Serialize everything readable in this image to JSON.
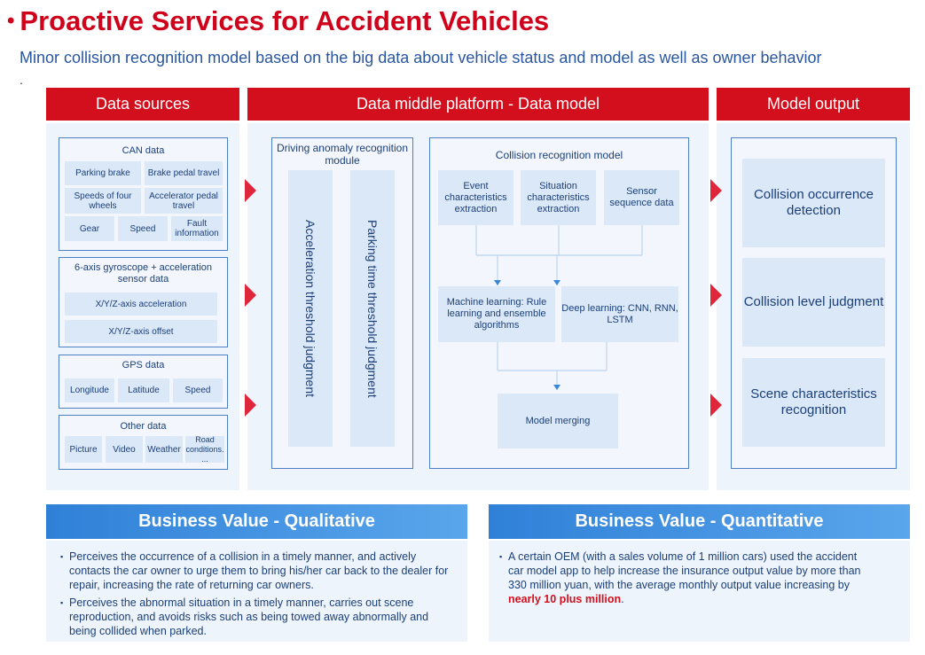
{
  "title": "Proactive Services for Accident Vehicles",
  "subtitle": "Minor collision recognition model based on the big data about vehicle status and model as well as owner behavior",
  "subtitle_dot": ".",
  "columns": {
    "sources": "Data sources",
    "platform": "Data middle platform - Data model",
    "output": "Model output"
  },
  "can": {
    "title": "CAN data",
    "items": [
      "Parking brake",
      "Brake pedal travel",
      "Speeds of four wheels",
      "Accelerator pedal travel",
      "Gear",
      "Speed",
      "Fault information"
    ]
  },
  "gyro": {
    "title": "6-axis gyroscope + acceleration sensor data",
    "items": [
      "X/Y/Z-axis acceleration",
      "X/Y/Z-axis offset"
    ]
  },
  "gps": {
    "title": "GPS data",
    "items": [
      "Longitude",
      "Latitude",
      "Speed"
    ]
  },
  "other": {
    "title": "Other data",
    "items": [
      "Picture",
      "Video",
      "Weather",
      "Road conditions. ..."
    ]
  },
  "driving": {
    "title": "Driving anomaly recognition module",
    "bars": [
      "Acceleration threshold judgment",
      "Parking time threshold judgment"
    ]
  },
  "collision": {
    "title": "Collision recognition model",
    "top": [
      "Event characteristics extraction",
      "Situation characteristics extraction",
      "Sensor sequence data"
    ],
    "ml": "Machine learning: Rule learning and ensemble algorithms",
    "dl": "Deep learning: CNN, RNN, LSTM",
    "merge": "Model merging"
  },
  "outputs": [
    "Collision occurrence detection",
    "Collision level judgment",
    "Scene characteristics recognition"
  ],
  "qualitative": {
    "title": "Business Value - Qualitative",
    "items": [
      "Perceives the occurrence of a collision in a timely manner, and actively contacts the car owner to urge them to bring his/her car back to the dealer for repair, increasing the rate of returning car owners.",
      "Perceives the abnormal situation in a timely manner, carries out scene reproduction, and avoids risks such as being towed away abnormally and being collided when parked."
    ]
  },
  "quantitative": {
    "title": "Business Value - Quantitative",
    "text_before": "A certain OEM (with a sales volume of 1 million cars) used the accident car model app to help increase the insurance output value by more than 330 million yuan, with the average monthly output value increasing by ",
    "highlight": "nearly 10 plus million",
    "text_after": "."
  },
  "colors": {
    "red": "#d40f1d",
    "blue": "#2f80d8",
    "panel": "#eef4fc",
    "cell": "#dbe8f8"
  }
}
